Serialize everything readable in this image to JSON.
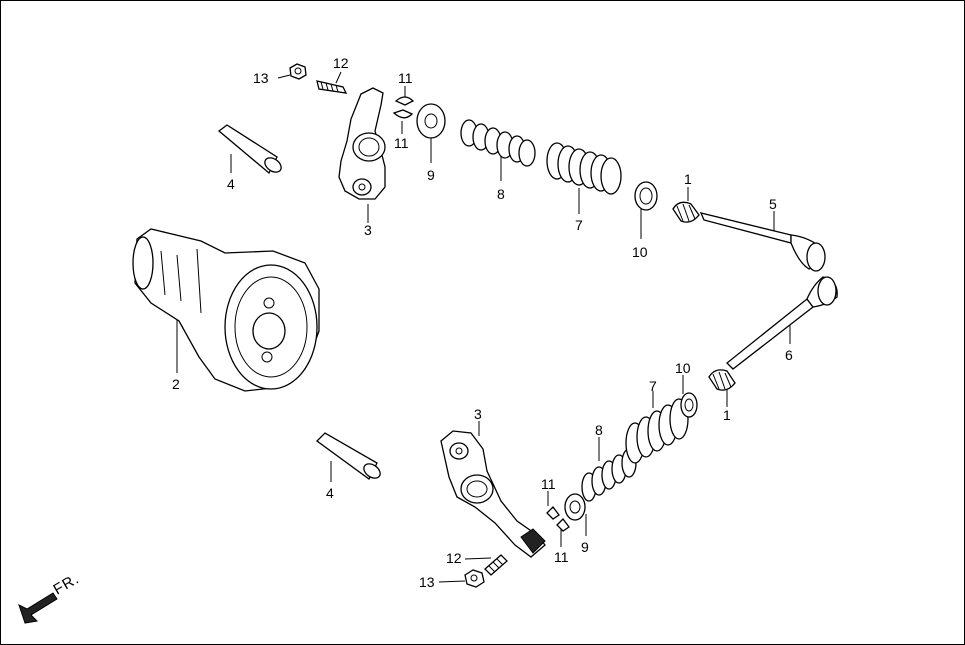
{
  "figure": {
    "direction_label": "FR.",
    "callouts": [
      {
        "id": "c13a",
        "text": "13"
      },
      {
        "id": "c12a",
        "text": "12"
      },
      {
        "id": "c11a",
        "text": "11"
      },
      {
        "id": "c11b",
        "text": "11"
      },
      {
        "id": "c9a",
        "text": "9"
      },
      {
        "id": "c8a",
        "text": "8"
      },
      {
        "id": "c7a",
        "text": "7"
      },
      {
        "id": "c10a",
        "text": "10"
      },
      {
        "id": "c1a",
        "text": "1"
      },
      {
        "id": "c5",
        "text": "5"
      },
      {
        "id": "c3a",
        "text": "3"
      },
      {
        "id": "c4a",
        "text": "4"
      },
      {
        "id": "c2",
        "text": "2"
      },
      {
        "id": "c6",
        "text": "6"
      },
      {
        "id": "c10b",
        "text": "10"
      },
      {
        "id": "c7b",
        "text": "7"
      },
      {
        "id": "c1b",
        "text": "1"
      },
      {
        "id": "c3b",
        "text": "3"
      },
      {
        "id": "c8b",
        "text": "8"
      },
      {
        "id": "c4b",
        "text": "4"
      },
      {
        "id": "c11c",
        "text": "11"
      },
      {
        "id": "c11d",
        "text": "11"
      },
      {
        "id": "c9b",
        "text": "9"
      },
      {
        "id": "c12b",
        "text": "12"
      },
      {
        "id": "c13b",
        "text": "13"
      }
    ]
  }
}
